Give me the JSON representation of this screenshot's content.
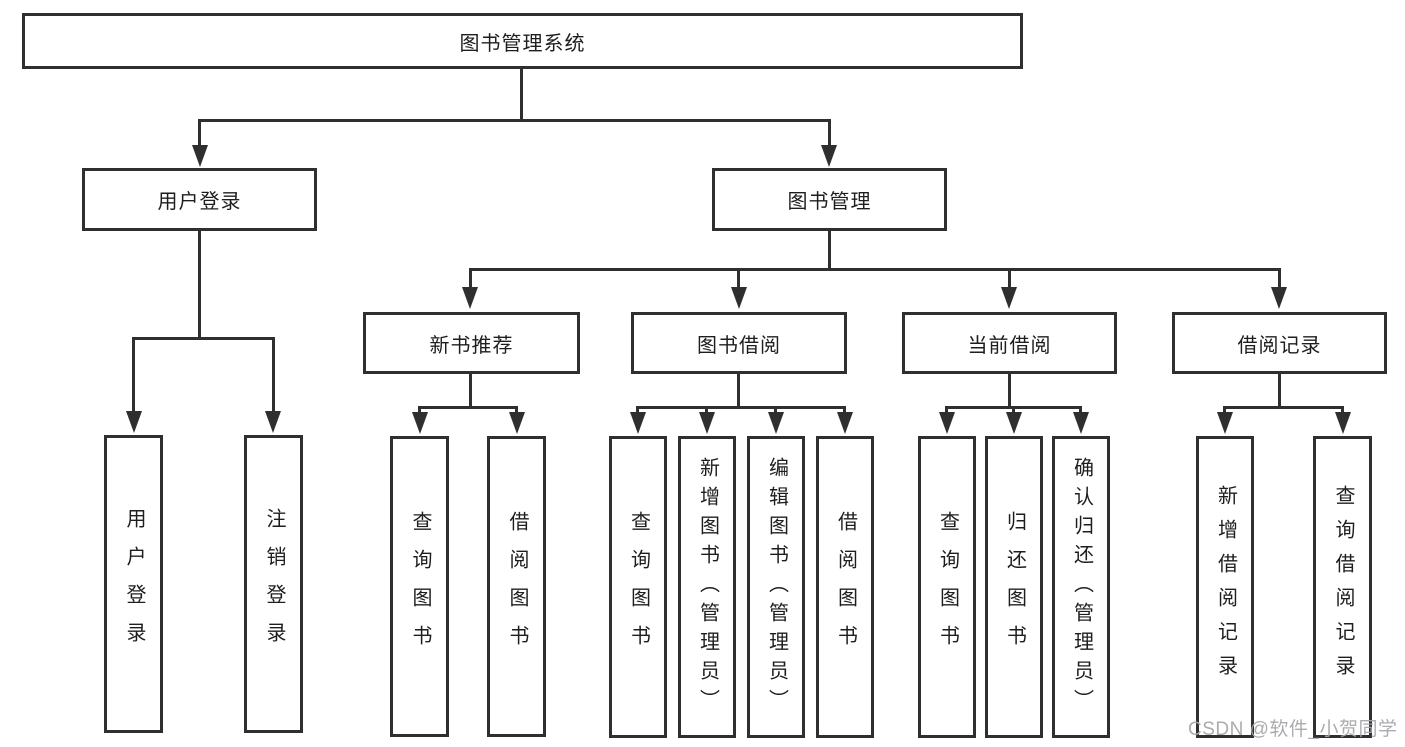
{
  "diagram": {
    "type": "hierarchy-tree",
    "title": "图书管理系统",
    "colors": {
      "line": "#2f2f2f",
      "box_border": "#2f2f2f",
      "box_background": "#ffffff",
      "text": "#1e1e1e",
      "page_background": "#ffffff",
      "watermark": "#a8a8ac"
    }
  },
  "tree": {
    "root": {
      "label": "图书管理系统"
    },
    "branches": [
      {
        "label": "用户登录",
        "children": [
          "用户登录",
          "注销登录"
        ]
      },
      {
        "label": "图书管理",
        "groups": [
          {
            "label": "新书推荐",
            "children": [
              "查询图书",
              "借阅图书"
            ]
          },
          {
            "label": "图书借阅",
            "children": [
              "查询图书",
              "新增图书（管理员）",
              "编辑图书（管理员）",
              "借阅图书"
            ]
          },
          {
            "label": "当前借阅",
            "children": [
              "查询图书",
              "归还图书",
              "确认归还（管理员）"
            ]
          },
          {
            "label": "借阅记录",
            "children": [
              "新增借阅记录",
              "查询借阅记录"
            ]
          }
        ]
      }
    ]
  },
  "watermark": {
    "text": "CSDN @软件_小贺同学"
  }
}
